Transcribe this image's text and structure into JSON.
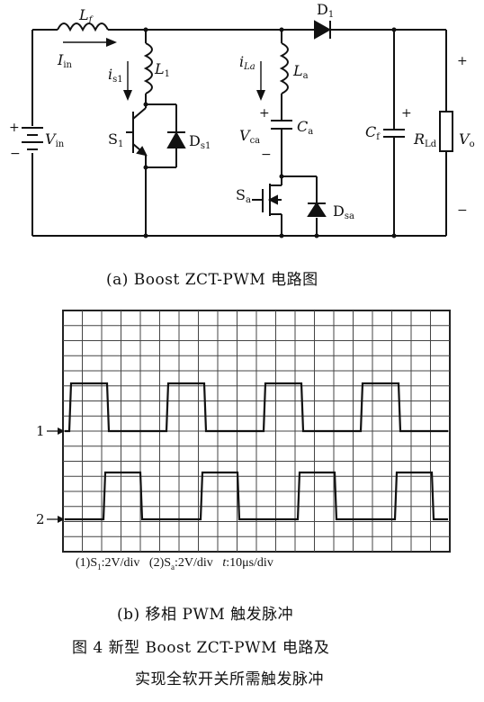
{
  "circuit": {
    "labels": {
      "Lf": "L",
      "Lf_sub": "f",
      "Iin": "I",
      "Iin_sub": "in",
      "is1": "i",
      "is1_sub": "s1",
      "L1": "L",
      "L1_sub": "1",
      "D1": "D",
      "D1_sub": "1",
      "iLa": "i",
      "iLa_sub": "La",
      "La": "L",
      "La_sub": "a",
      "Vin": "V",
      "Vin_sub": "in",
      "S1": "S",
      "S1_sub": "1",
      "Ds1": "D",
      "Ds1_sub": "s1",
      "Vca": "V",
      "Vca_sub": "ca",
      "Ca": "C",
      "Ca_sub": "a",
      "Cf": "C",
      "Cf_sub": "f",
      "RLd": "R",
      "RLd_sub": "Ld",
      "Vo": "V",
      "Vo_sub": "o",
      "Sa": "S",
      "Sa_sub": "a",
      "Dsa": "D",
      "Dsa_sub": "sa",
      "plus": "+",
      "minus": "−"
    },
    "caption": "(a)   Boost ZCT-PWM 电路图"
  },
  "scope": {
    "grid": {
      "cols": 10,
      "rows": 8
    },
    "channel1_marker": "1",
    "channel2_marker": "2",
    "settings_ch1": "(1)S",
    "settings_ch1_sub": "1",
    "settings_ch1_rest": ":2V/div",
    "settings_ch2": "(2)S",
    "settings_ch2_sub": "a",
    "settings_ch2_rest": ":2V/div",
    "settings_time": "t",
    "settings_time_rest": ":10μs/div",
    "caption": "(b)   移相 PWM 触发脉冲"
  },
  "figure": {
    "title_line1": "图 4    新型 Boost ZCT-PWM 电路及",
    "title_line2": "实现全软开关所需触发脉冲"
  }
}
